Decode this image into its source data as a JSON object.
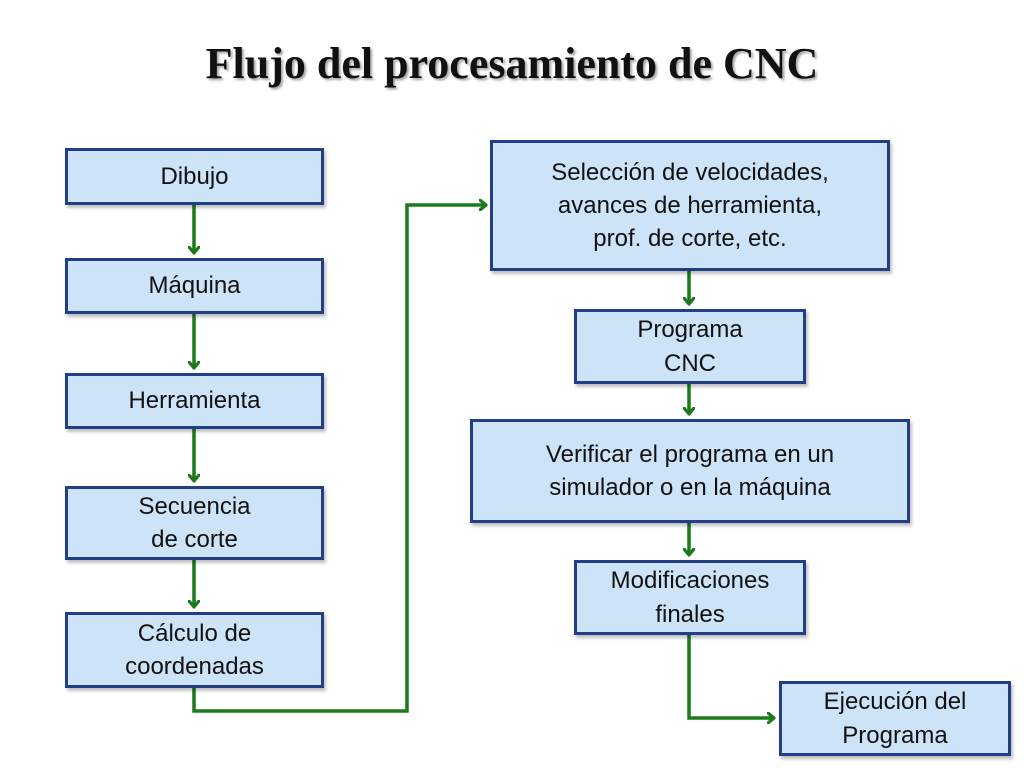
{
  "title": "Flujo del procesamiento de CNC",
  "colors": {
    "box_fill": "#cce3f8",
    "box_border": "#223e86",
    "arrow": "#1b7a1b",
    "title": "#111111"
  },
  "steps": {
    "dibujo": "Dibujo",
    "maquina": "Máquina",
    "herramienta": "Herramienta",
    "secuencia": "Secuencia\nde corte",
    "calculo": "Cálculo de\ncoordenadas",
    "seleccion": "Selección de velocidades,\navances de herramienta,\nprof. de corte, etc.",
    "programa": "Programa\nCNC",
    "verificar": "Verificar el programa en un\nsimulador o en la máquina",
    "modificaciones": "Modificaciones\nfinales",
    "ejecucion": "Ejecución del\nPrograma"
  },
  "flow": [
    [
      "dibujo",
      "maquina"
    ],
    [
      "maquina",
      "herramienta"
    ],
    [
      "herramienta",
      "secuencia"
    ],
    [
      "secuencia",
      "calculo"
    ],
    [
      "calculo",
      "seleccion"
    ],
    [
      "seleccion",
      "programa"
    ],
    [
      "programa",
      "verificar"
    ],
    [
      "verificar",
      "modificaciones"
    ],
    [
      "modificaciones",
      "ejecucion"
    ]
  ]
}
